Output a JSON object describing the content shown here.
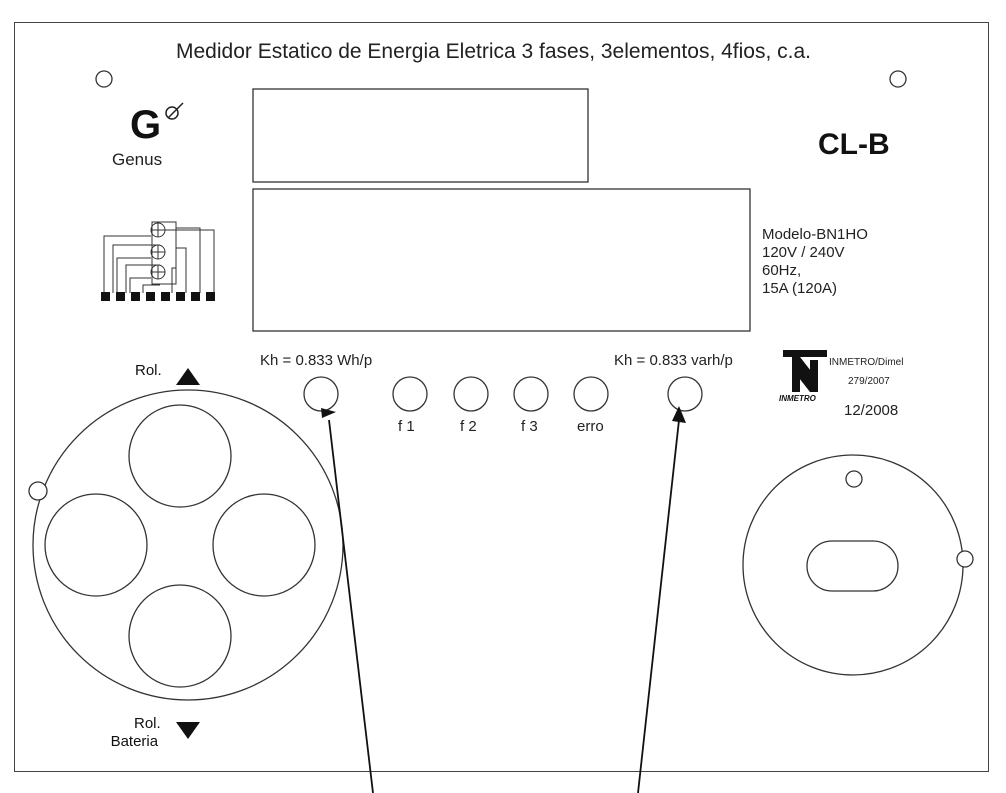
{
  "header": {
    "title": "Medidor Estatico de Energia Eletrica 3 fases, 3elementos, 4fios, c.a."
  },
  "brand": {
    "logo_letter": "G",
    "logo_word": "Genus"
  },
  "class_label": "CL-B",
  "model_info": {
    "lines": [
      "Modelo-BN1HO",
      "120V / 240V",
      "60Hz,",
      "15A (120A)"
    ]
  },
  "constants": {
    "active": "Kh = 0.833 Wh/p",
    "reactive": "Kh = 0.833 varh/p"
  },
  "indicators": [
    "f 1",
    "f 2",
    "f 3",
    "erro"
  ],
  "scroll": {
    "up_label": "Rol.",
    "down_label": "Rol.",
    "battery_label": "Bateria"
  },
  "certification": {
    "label": "INMETRO/Dimel",
    "number": "279/2007",
    "date": "12/2008",
    "logo_word": "INMETRO"
  },
  "colors": {
    "line": "#222222",
    "background": "#ffffff"
  }
}
